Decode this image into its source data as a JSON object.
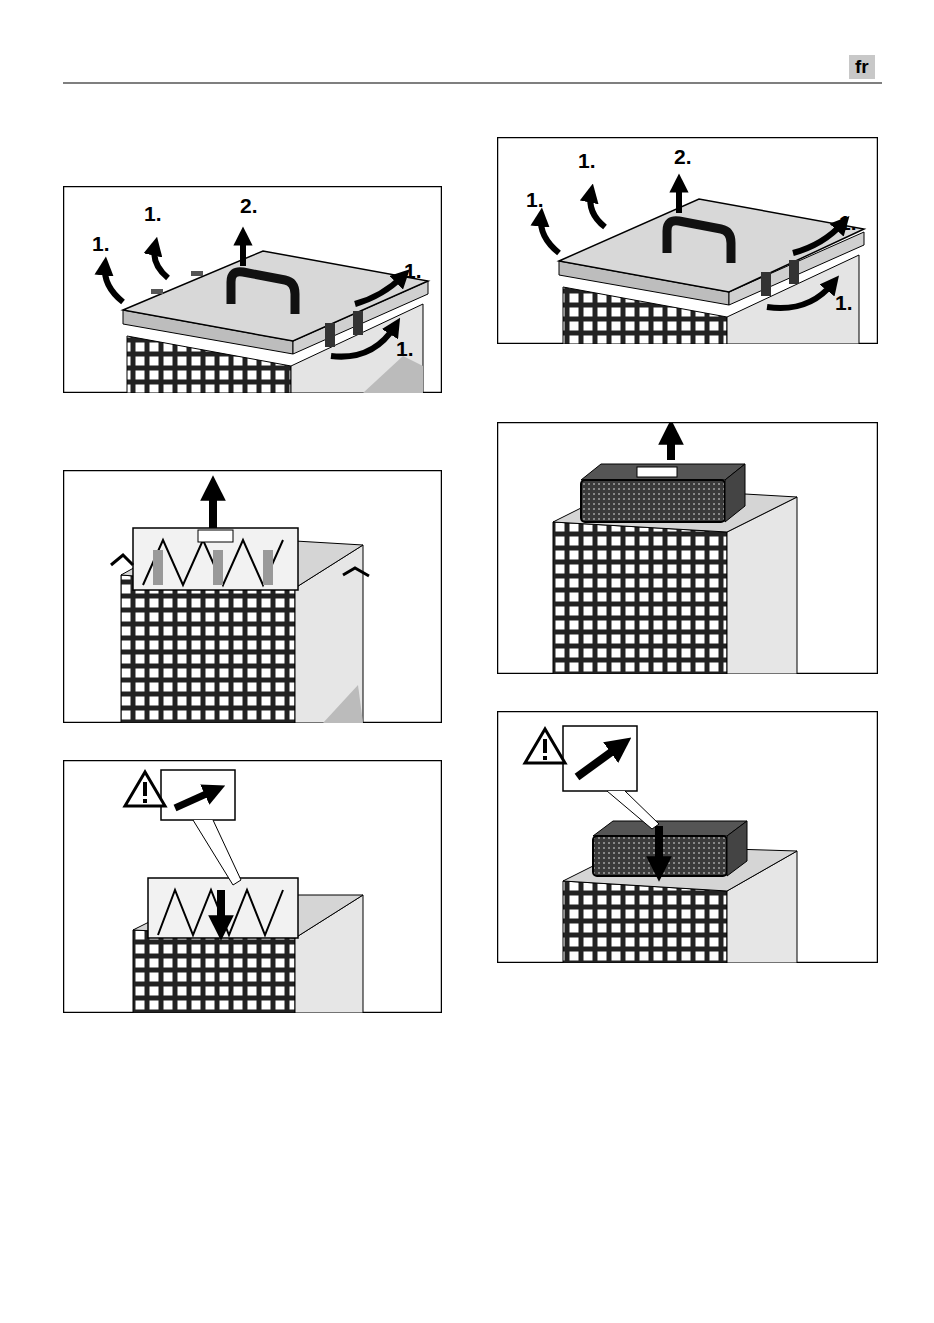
{
  "diagram": {
    "labels": [
      "fr",
      "1.",
      "1.",
      "2.",
      "1.",
      "1.",
      "1.",
      "1.",
      "2.",
      "1.",
      "1."
    ]
  }
}
